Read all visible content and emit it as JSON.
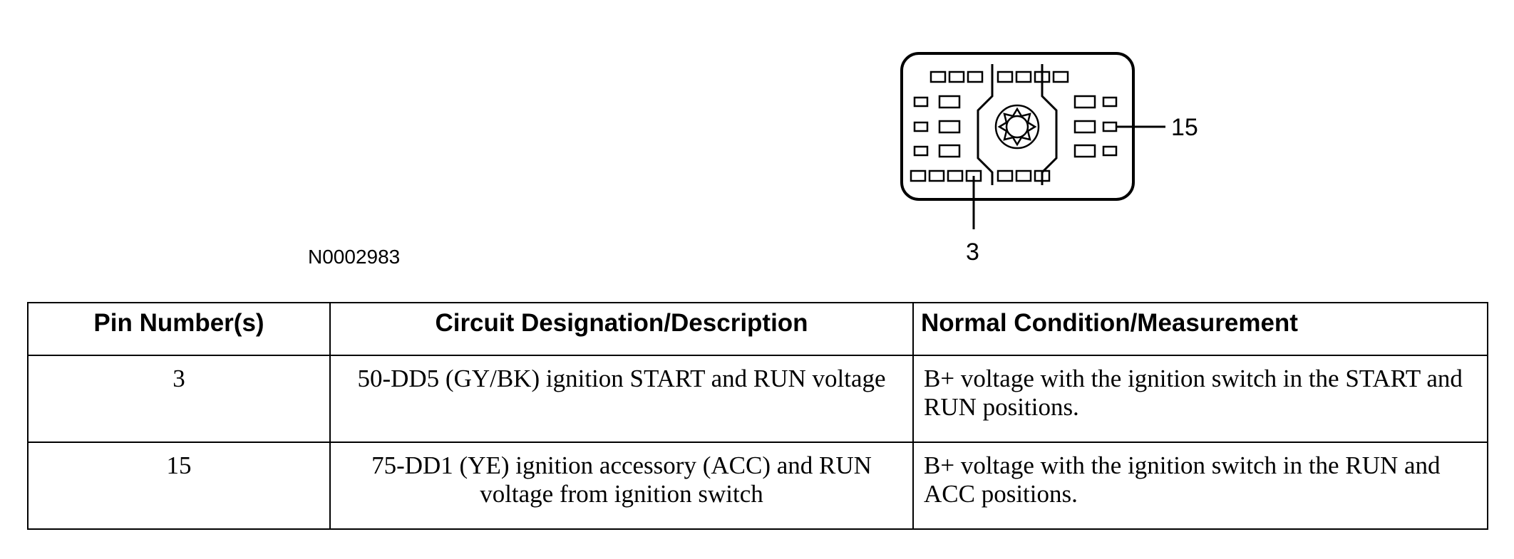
{
  "diagram": {
    "figure_code": "N0002983",
    "callouts": [
      "15",
      "3"
    ]
  },
  "table": {
    "headers": [
      "Pin Number(s)",
      "Circuit Designation/Description",
      "Normal Condition/Measurement"
    ],
    "rows": [
      {
        "pin": "3",
        "circuit": "50-DD5 (GY/BK) ignition START and RUN voltage",
        "condition": "B+ voltage with the ignition switch in the START and RUN positions."
      },
      {
        "pin": "15",
        "circuit": "75-DD1 (YE) ignition accessory (ACC) and RUN voltage from ignition switch",
        "condition": "B+ voltage with the ignition switch in the RUN and ACC positions."
      }
    ]
  }
}
